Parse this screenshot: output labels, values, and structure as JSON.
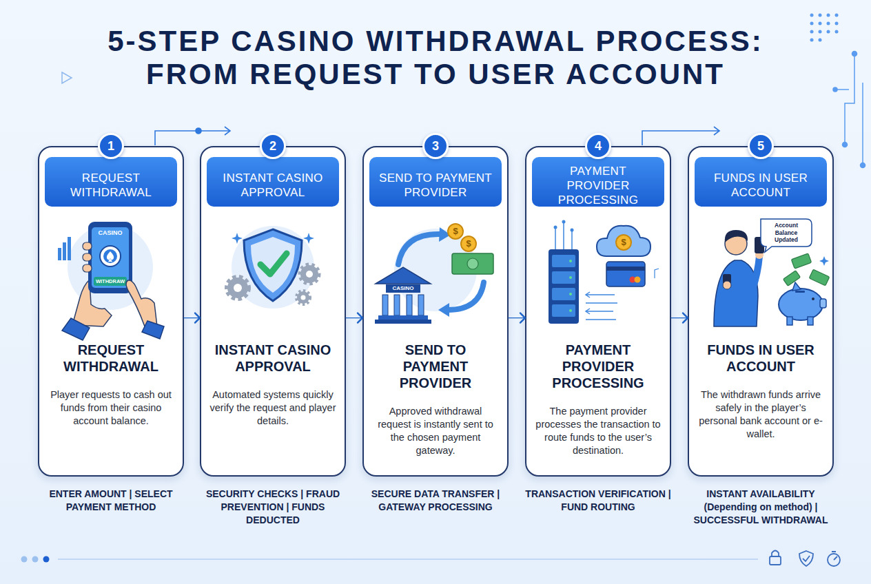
{
  "diagram": {
    "title": "5-STEP CASINO WITHDRAWAL PROCESS: FROM REQUEST TO USER ACCOUNT",
    "nodes": [
      {
        "text": [
          "REQUEST WITHDRAWAL",
          "Player requests to cash out funds from their casino account balance."
        ]
      },
      {
        "text": [
          "1"
        ],
        "in": 0
      },
      {
        "text": [
          "REQUEST WITHDRAWAL"
        ],
        "in": 0
      },
      {
        "text": [
          "INSTANT CASINO APPROVAL",
          "Automated systems quickly verify the request and player details."
        ]
      },
      {
        "text": [
          "2"
        ],
        "in": 3
      },
      {
        "text": [
          "INSTANT CASINO APPROVAL"
        ],
        "in": 3
      },
      {
        "text": [
          "SEND TO PAYMENT PROVIDER",
          "Approved withdrawal request is instantly sent to the chosen payment gateway."
        ]
      },
      {
        "text": [
          "3"
        ],
        "in": 6
      },
      {
        "text": [
          "SEND TO PAYMENT PROVIDER"
        ],
        "in": 6
      },
      {
        "text": [
          "PAYMENT PROVIDER PROCESSING",
          "The payment provider processes the transaction to route funds to the user’s destination."
        ]
      },
      {
        "text": [
          "4"
        ],
        "in": 9
      },
      {
        "text": [
          "PAYMENT PROVIDER PROCESSING"
        ],
        "in": 9
      },
      {
        "text": [
          "FUNDS IN USER ACCOUNT",
          "The withdrawn funds arrive safely in the player’s personal bank account or e-wallet."
        ]
      },
      {
        "text": [
          "5"
        ],
        "in": 12
      },
      {
        "text": [
          "FUNDS IN USER ACCOUNT"
        ],
        "in": 12
      }
    ],
    "edges": [
      {
        "from": 0,
        "to": 3,
        "arrow": "to"
      },
      {
        "from": 3,
        "to": 6,
        "arrow": "to"
      },
      {
        "from": 6,
        "to": 9,
        "arrow": "to"
      },
      {
        "from": 9,
        "to": 12,
        "arrow": "to"
      }
    ],
    "labels": [
      "CASINO",
      "WITHDRAW",
      "$",
      "$",
      "CASINO",
      "$",
      "Account Balance Updated",
      "ENTER AMOUNT | SELECT PAYMENT METHOD",
      "SECURITY CHECKS | FRAUD PREVENTION | FUNDS DEDUCTED",
      "SECURE DATA TRANSFER | GATEWAY PROCESSING",
      "TRANSACTION VERIFICATION | FUND ROUTING",
      "INSTANT AVAILABILITY (Depending on method) | SUCCESSFUL WITHDRAWAL"
    ]
  }
}
